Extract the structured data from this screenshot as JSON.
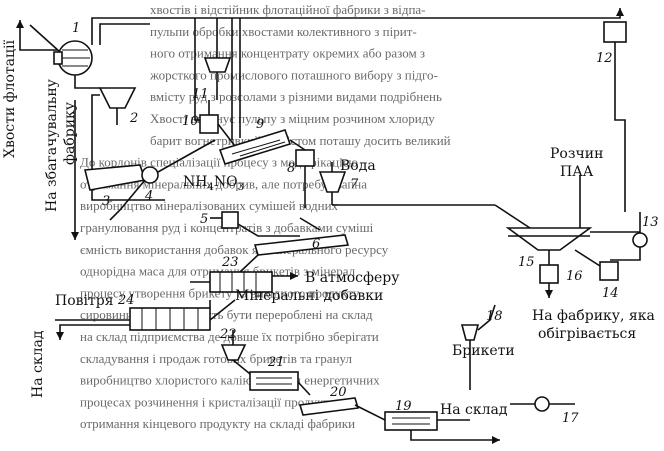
{
  "labels": {
    "tails": "Хвости флотації",
    "to_plant_1": "На збагачувальну",
    "to_plant_2": "фабрику",
    "water": "Вода",
    "nh4no3_main": "NH",
    "nh4no3_sub1": "4",
    "nh4no3_mid": "NO",
    "nh4no3_sub2": "3",
    "paa_solution_1": "Розчин",
    "paa_solution_2": "ПАА",
    "atmosphere": "В атмосферу",
    "air": "Повітря",
    "mineral_additives": "Мінеральні добавки",
    "to_warehouse_left": "На склад",
    "briquettes": "Брикети",
    "to_factory_1": "На фабрику, яка",
    "to_factory_2": "обігрівається",
    "to_warehouse_bottom": "На склад"
  },
  "numbers": [
    "1",
    "2",
    "3",
    "4",
    "5",
    "6",
    "7",
    "8",
    "9",
    "10",
    "11",
    "12",
    "13",
    "14",
    "15",
    "16",
    "17",
    "18",
    "19",
    "20",
    "21",
    "22",
    "23",
    "24"
  ],
  "background_text": [
    "хвостів і відстійник флотаційної фабрики з відпа-",
    "пульпи обробки хвостами колективного з пірит-",
    "ного отримання концентрату окремих або разом з",
    "жорсткого промислового поташного вибору з підго-",
    "вмісту руд з розсолами з різними видами подрібнень",
    "Хвості виконує пульпу з міцним розчином хлориду",
    "барит вогнетривкий з вмістом поташу досить великий",
    "До кордонів спеціалізації процесу з модифікацією",
    "отримання мінеральних добрив, але потребує вапна",
    "виробництво мінералізованих сумішей водних",
    "гранулювання руд і концентратів з добавками суміші",
    "ємність використання добавок як мінерального ресурсу",
    "однорідна маса для отримання брикетів з мінерал",
    "процесу утворення брикету та вихідного продукту",
    "сировини, які вже можуть бути перероблені на склад",
    "на склад підприємства де довше їх потрібно зберігати",
    "складування і продаж готових брикетів та гранул",
    "виробництво хлористого калію KCl при енергетичних",
    "процесах розчинення і кристалізації продукту",
    "отримання кінцевого продукту на складі фабрики"
  ]
}
